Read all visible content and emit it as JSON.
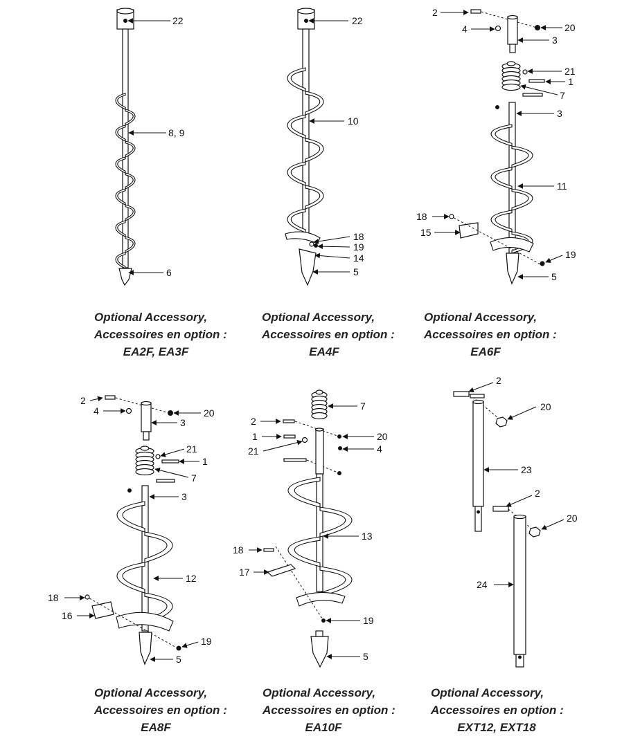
{
  "panels": [
    {
      "id": "ea2f",
      "caption": {
        "line1": "Optional Accessory,",
        "line2": "Accessoires en option :",
        "model": "EA2F, EA3F"
      },
      "callouts": [
        "22",
        "8, 9",
        "6"
      ]
    },
    {
      "id": "ea4f",
      "caption": {
        "line1": "Optional Accessory,",
        "line2": "Accessoires en option :",
        "model": "EA4F"
      },
      "callouts": [
        "22",
        "10",
        "18",
        "19",
        "14",
        "5"
      ]
    },
    {
      "id": "ea6f",
      "caption": {
        "line1": "Optional Accessory,",
        "line2": "Accessoires en option :",
        "model": "EA6F"
      },
      "callouts": [
        "2",
        "4",
        "20",
        "3",
        "21",
        "1",
        "7",
        "3",
        "11",
        "18",
        "15",
        "19",
        "5"
      ]
    },
    {
      "id": "ea8f",
      "caption": {
        "line1": "Optional Accessory,",
        "line2": "Accessoires en option :",
        "model": "EA8F"
      },
      "callouts": [
        "2",
        "4",
        "20",
        "3",
        "21",
        "1",
        "7",
        "3",
        "12",
        "18",
        "16",
        "19",
        "5"
      ]
    },
    {
      "id": "ea10f",
      "caption": {
        "line1": "Optional Accessory,",
        "line2": "Accessoires en option :",
        "model": "EA10F"
      },
      "callouts": [
        "7",
        "2",
        "20",
        "1",
        "21",
        "4",
        "13",
        "18",
        "17",
        "19",
        "5"
      ]
    },
    {
      "id": "ext",
      "caption": {
        "line1": "Optional Accessory,",
        "line2": "Accessoires en option :",
        "model": "EXT12, EXT18"
      },
      "callouts": [
        "2",
        "20",
        "23",
        "2",
        "20",
        "24"
      ]
    }
  ]
}
